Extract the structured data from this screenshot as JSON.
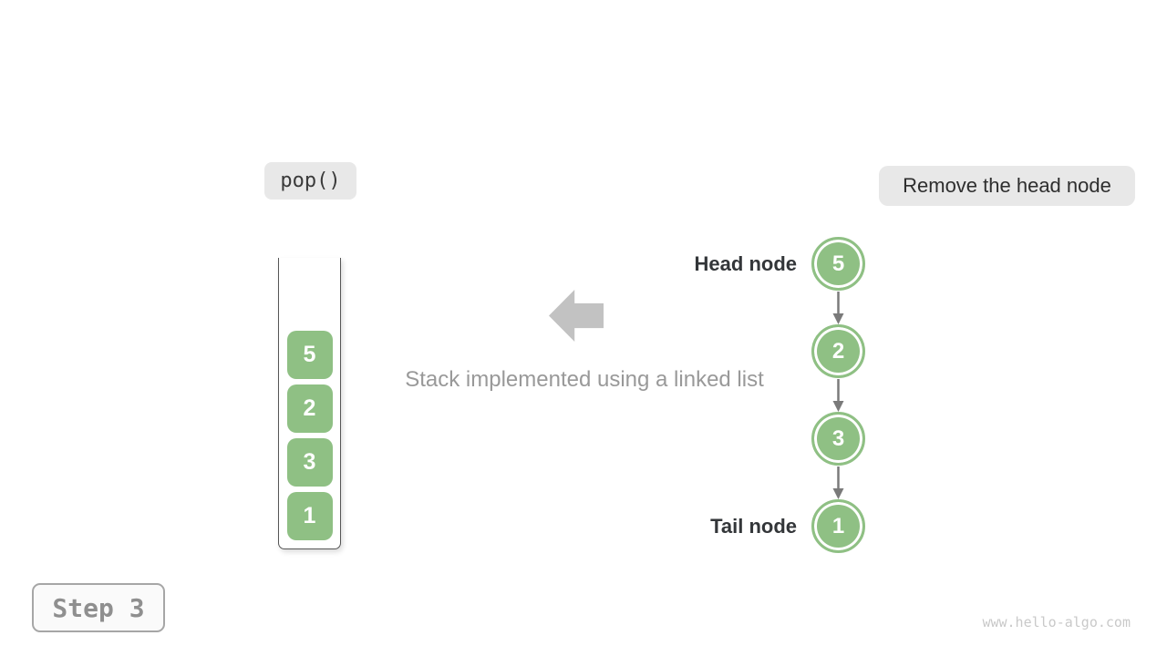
{
  "colors": {
    "node_green": "#8FC084",
    "badge_bg": "#e8e8e8",
    "big_arrow_gray": "#c2c2c2",
    "link_arrow_gray": "#7a7a7a",
    "dark_text": "#333639",
    "muted_text": "#999999",
    "watermark_gray": "#c9c9c9"
  },
  "operation": {
    "label": "pop()"
  },
  "annotation": {
    "label": "Remove the head node"
  },
  "stack": {
    "items_top_to_bottom": [
      "5",
      "2",
      "3",
      "1"
    ]
  },
  "caption": {
    "text": "Stack implemented using a linked list"
  },
  "linked_list": {
    "head_label": "Head node",
    "tail_label": "Tail node",
    "nodes_top_to_bottom": [
      "5",
      "2",
      "3",
      "1"
    ]
  },
  "step": {
    "label": "Step 3"
  },
  "watermark": {
    "text": "www.hello-algo.com"
  }
}
